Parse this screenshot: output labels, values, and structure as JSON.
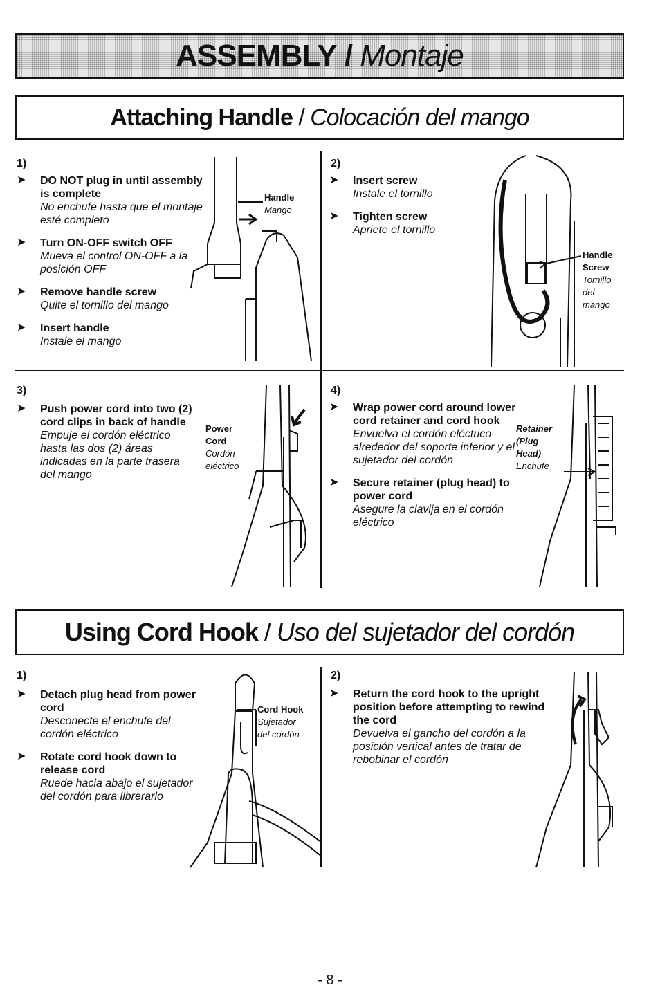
{
  "banner": {
    "en": "ASSEMBLY",
    "sep": " / ",
    "es": "Montaje"
  },
  "attach": {
    "title_en": "Attaching Handle",
    "title_sep": " / ",
    "title_es": "Colocación del mango",
    "step1": {
      "num": "1)",
      "items": [
        {
          "en": "DO NOT plug in until assembly is complete",
          "es": "No enchufe hasta que el montaje esté completo"
        },
        {
          "en": "Turn ON-OFF switch OFF",
          "es": "Mueva el control ON-OFF a la posición OFF"
        },
        {
          "en": "Remove handle screw",
          "es": "Quite el tornillo del mango"
        },
        {
          "en": "Insert handle",
          "es": "Instale el mango"
        }
      ],
      "label_en": "Handle",
      "label_es": "Mango"
    },
    "step2": {
      "num": "2)",
      "items": [
        {
          "en": "Insert screw",
          "es": "Instale el tornillo"
        },
        {
          "en": "Tighten screw",
          "es": "Apriete el tornillo"
        }
      ],
      "label_en1": "Handle",
      "label_en2": "Screw",
      "label_es1": "Tornillo",
      "label_es2": "del",
      "label_es3": "mango"
    },
    "step3": {
      "num": "3)",
      "items": [
        {
          "en": "Push power cord into two (2) cord clips in back of handle",
          "es": "Empuje el cordón eléctrico hasta las dos (2) áreas indicadas en la parte trasera del mango"
        }
      ],
      "label_en1": "Power",
      "label_en2": "Cord",
      "label_es1": "Cordón",
      "label_es2": "eléctrico"
    },
    "step4": {
      "num": "4)",
      "items": [
        {
          "en": "Wrap power cord around lower cord retainer and cord hook",
          "es": "Envuelva el cordón eléctrico alrededor del soporte inferior y el sujetador del cordón"
        },
        {
          "en": "Secure retainer (plug head) to power cord",
          "es": "Asegure la clavija en el cordón eléctrico"
        }
      ],
      "label_en1": "Retainer",
      "label_en2": "(Plug",
      "label_en3": "Head)",
      "label_es": "Enchufe"
    }
  },
  "cordhook": {
    "title_en": "Using Cord Hook",
    "title_sep": " / ",
    "title_es": "Uso del sujetador del cordón",
    "step1": {
      "num": "1)",
      "items": [
        {
          "en": "Detach plug head from power cord",
          "es": "Desconecte el enchufe del cordón eléctrico"
        },
        {
          "en": "Rotate cord hook down to release cord",
          "es": "Ruede hacia abajo el sujetador del cordón para librerarlo"
        }
      ],
      "label_en": "Cord Hook",
      "label_es1": "Sujetador",
      "label_es2": "del cordón"
    },
    "step2": {
      "num": "2)",
      "items": [
        {
          "en": "Return the cord hook to the upright position before attempting to rewind the cord",
          "es": "Devuelva el gancho del cordón a la posición vertical antes de tratar de rebobinar el cordón"
        }
      ]
    }
  },
  "icons": {
    "bullet": "arrowhead-bullet-icon"
  },
  "page_number": "- 8 -"
}
